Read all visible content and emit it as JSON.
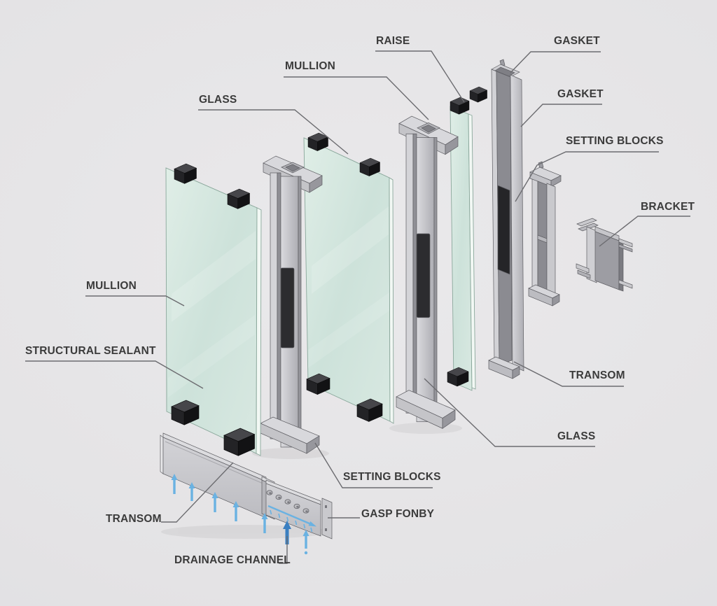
{
  "labels": {
    "mullion_top": "MULLION",
    "glass_top": "GLASS",
    "raise": "RAISE",
    "gasket_top": "GASKET",
    "gasket_mid": "GASKET",
    "setting_blocks_right": "SETTING BLOCKS",
    "bracket": "BRACKET",
    "transom_right": "TRANSOM",
    "glass_right": "GLASS",
    "mullion_left": "MULLION",
    "structural_sealant": "STRUCTURAL SEALANT",
    "setting_blocks_bottom": "SETTING BLOCKS",
    "transom_left": "TRANSOM",
    "gasp_fonby": "GASP FONBY",
    "drainage_channel": "DRAINAGE CHANNEL"
  },
  "colors": {
    "background": "#e4e3e5",
    "label_text": "#3b3b3b",
    "leader_line": "#6c6c70",
    "glass_face": "#cfe2da",
    "metal_light": "#d4d4d8",
    "metal_mid": "#c6c6ca",
    "metal_dark": "#8b8b91",
    "rubber_block": "#1d1d1f",
    "airflow_arrow": "#6ab2e2",
    "airflow_arrow_dark": "#3a7fc1"
  }
}
